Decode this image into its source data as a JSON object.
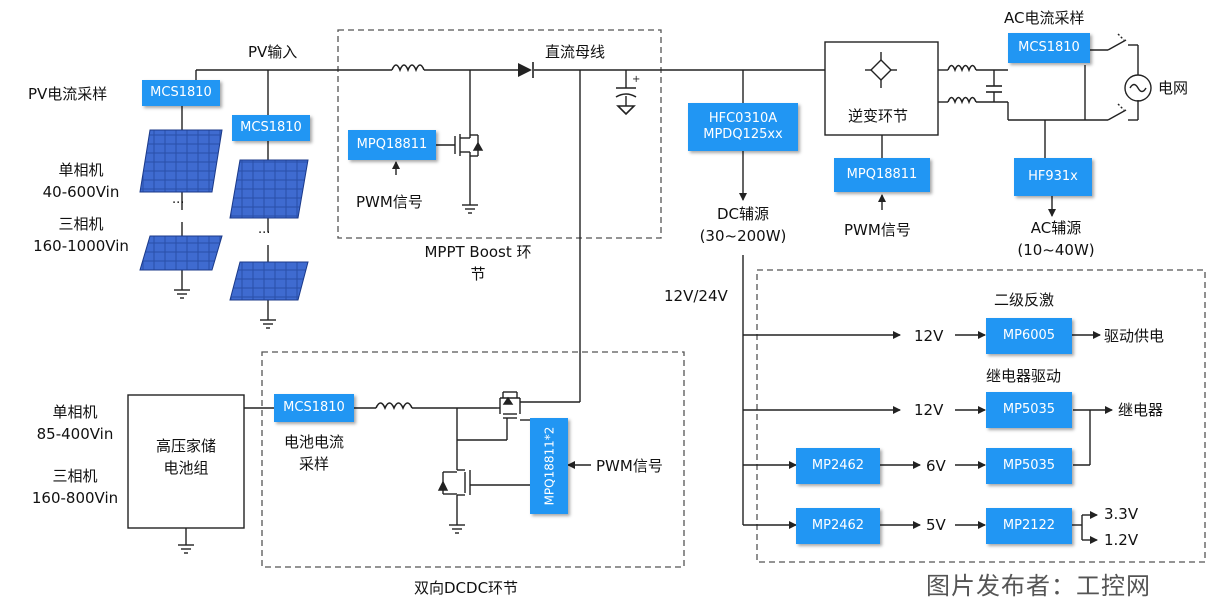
{
  "labels": {
    "pv_input": "PV输入",
    "pv_current_sampling": "PV电流采样",
    "single_phase_pv": "单相机",
    "single_phase_pv_range": "40-600Vin",
    "three_phase_pv": "三相机",
    "three_phase_pv_range": "160-1000Vin",
    "dc_bus": "直流母线",
    "pwm_signal_boost": "PWM信号",
    "mppt_boost": "MPPT Boost 环",
    "mppt_boost_2": "节",
    "inverter": "逆变环节",
    "pwm_signal_inverter": "PWM信号",
    "ac_current_sampling": "AC电流采样",
    "grid": "电网",
    "ac_aux": "AC辅源",
    "ac_aux_range": "(10~40W)",
    "dc_aux": "DC辅源",
    "dc_aux_range": "(30~200W)",
    "v12_24": "12V/24V",
    "secondary_flyback": "二级反激",
    "relay_drive": "继电器驱动",
    "v12_a": "12V",
    "v12_b": "12V",
    "v6": "6V",
    "v5": "5V",
    "drive_supply": "驱动供电",
    "relay": "继电器",
    "v3_3": "3.3V",
    "v1_2": "1.2V",
    "single_phase_batt": "单相机",
    "single_phase_batt_range": "85-400Vin",
    "three_phase_batt": "三相机",
    "three_phase_batt_range": "160-800Vin",
    "battery_pack_1": "高压家储",
    "battery_pack_2": "电池组",
    "battery_current_sampling_1": "电池电流",
    "battery_current_sampling_2": "采样",
    "pwm_signal_dcdc": "PWM信号",
    "bidirectional_dcdc": "双向DCDC环节",
    "dots_1": "···",
    "dots_2": "···",
    "watermark": "图片发布者：工控网"
  },
  "chips": {
    "mcs_pv1": "MCS1810",
    "mcs_pv2": "MCS1810",
    "mpq_boost": "MPQ18811",
    "hfc_1": "HFC0310A",
    "hfc_2": "MPDQ125xx",
    "mpq_inverter": "MPQ18811",
    "mcs_ac": "MCS1810",
    "hf931": "HF931x",
    "mp6005": "MP6005",
    "mp5035_a": "MP5035",
    "mp2462_a": "MP2462",
    "mp5035_b": "MP5035",
    "mp2462_b": "MP2462",
    "mp2122": "MP2122",
    "mcs_batt": "MCS1810",
    "mpq_dcdc": "MPQ18811*2"
  },
  "colors": {
    "chip_fill": "#2196f3",
    "line": "#222222",
    "dash": "#555555",
    "panel": "#2a4fa8"
  }
}
